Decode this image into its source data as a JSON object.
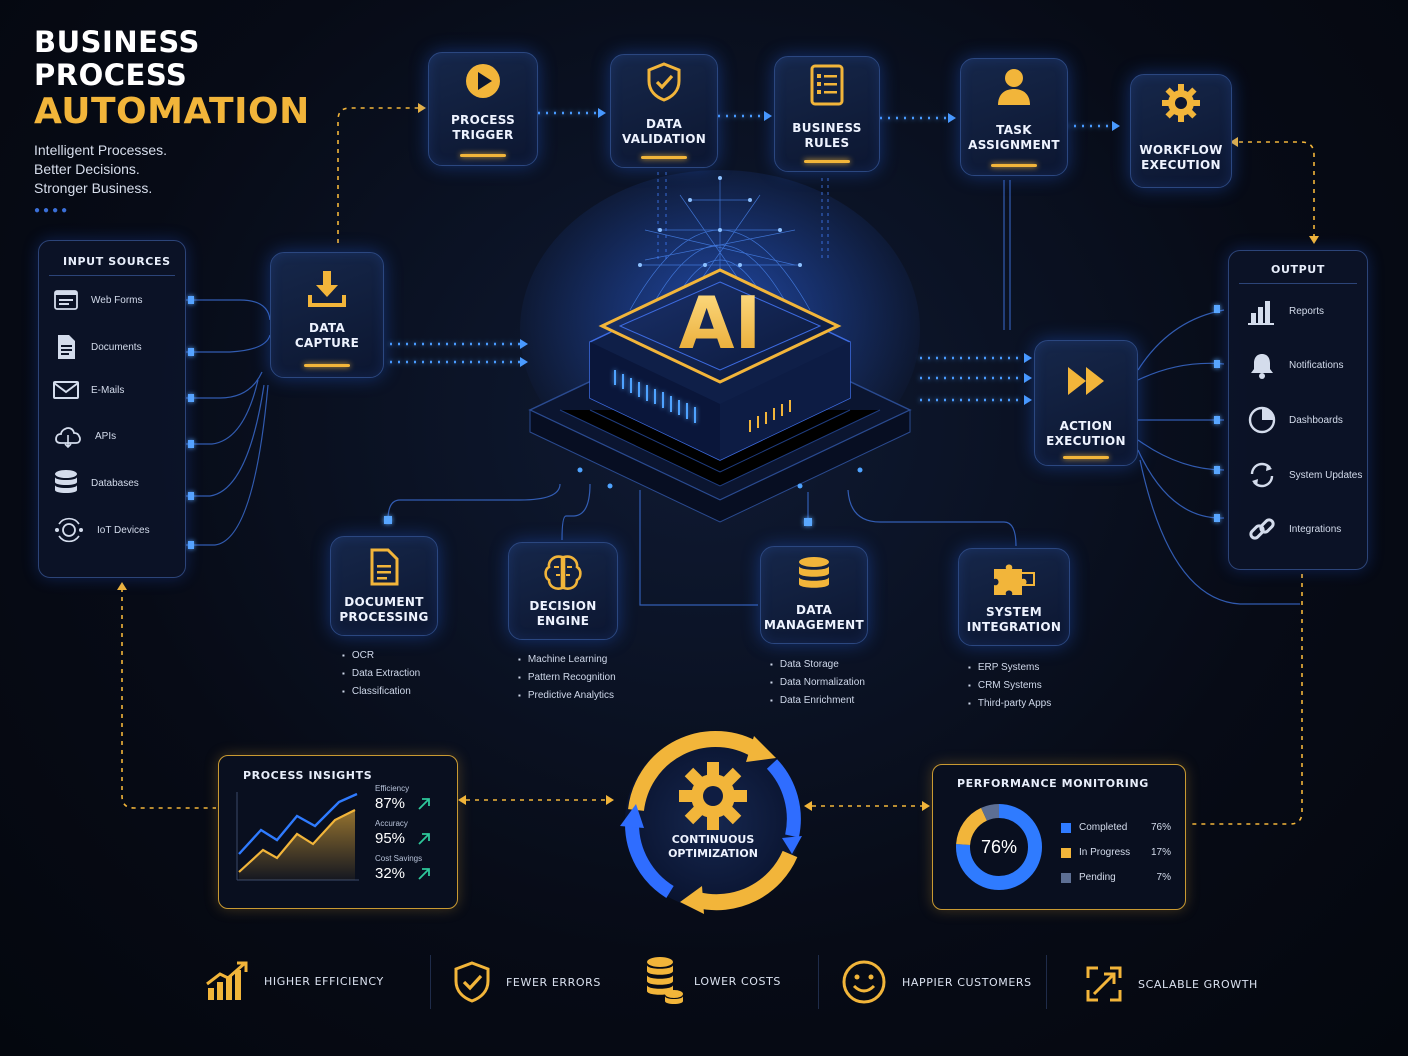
{
  "header": {
    "title_line1": "BUSINESS",
    "title_line2": "PROCESS",
    "title_line3": "AUTOMATION",
    "tagline": [
      "Intelligent Processes.",
      "Better Decisions.",
      "Stronger Business."
    ]
  },
  "colors": {
    "accent_gold": "#f2b53a",
    "accent_blue": "#2f7bff",
    "background": "#070b16"
  },
  "top_steps": [
    {
      "label1": "PROCESS",
      "label2": "TRIGGER",
      "icon": "play-icon"
    },
    {
      "label1": "DATA",
      "label2": "VALIDATION",
      "icon": "shield-check-icon"
    },
    {
      "label1": "BUSINESS",
      "label2": "RULES",
      "icon": "checklist-icon"
    },
    {
      "label1": "TASK",
      "label2": "ASSIGNMENT",
      "icon": "user-icon"
    },
    {
      "label1": "WORKFLOW",
      "label2": "EXECUTION",
      "icon": "gear-icon"
    }
  ],
  "input_sources": {
    "title": "INPUT SOURCES",
    "items": [
      "Web Forms",
      "Documents",
      "E-Mails",
      "APIs",
      "Databases",
      "IoT Devices"
    ]
  },
  "data_capture": {
    "label1": "DATA",
    "label2": "CAPTURE",
    "icon": "download-icon"
  },
  "ai_core": {
    "label": "AI"
  },
  "action_execution": {
    "label1": "ACTION",
    "label2": "EXECUTION",
    "icon": "fast-forward-icon"
  },
  "output": {
    "title": "OUTPUT",
    "items": [
      "Reports",
      "Notifications",
      "Dashboards",
      "System Updates",
      "Integrations"
    ]
  },
  "modules": [
    {
      "label1": "DOCUMENT",
      "label2": "PROCESSING",
      "icon": "document-icon",
      "items": [
        "OCR",
        "Data Extraction",
        "Classification"
      ]
    },
    {
      "label1": "DECISION",
      "label2": "ENGINE",
      "icon": "brain-icon",
      "items": [
        "Machine Learning",
        "Pattern Recognition",
        "Predictive Analytics"
      ]
    },
    {
      "label1": "DATA",
      "label2": "MANAGEMENT",
      "icon": "database-icon",
      "items": [
        "Data Storage",
        "Data Normalization",
        "Data Enrichment"
      ]
    },
    {
      "label1": "SYSTEM",
      "label2": "INTEGRATION",
      "icon": "puzzle-icon",
      "items": [
        "ERP Systems",
        "CRM Systems",
        "Third-party Apps"
      ]
    }
  ],
  "process_insights": {
    "title": "PROCESS INSIGHTS",
    "metrics": [
      {
        "label": "Efficiency",
        "value": "87%"
      },
      {
        "label": "Accuracy",
        "value": "95%"
      },
      {
        "label": "Cost Savings",
        "value": "32%"
      }
    ]
  },
  "continuous": {
    "line1": "CONTINUOUS",
    "line2": "OPTIMIZATION"
  },
  "performance": {
    "title": "PERFORMANCE MONITORING",
    "center": "76%",
    "rows": [
      {
        "label": "Completed",
        "value": "76%",
        "color": "#2f7bff",
        "fraction": 0.76
      },
      {
        "label": "In Progress",
        "value": "17%",
        "color": "#f2b53a",
        "fraction": 0.17
      },
      {
        "label": "Pending",
        "value": "7%",
        "color": "#5d6f94",
        "fraction": 0.07
      }
    ]
  },
  "benefits": [
    "HIGHER EFFICIENCY",
    "FEWER ERRORS",
    "LOWER COSTS",
    "HAPPIER CUSTOMERS",
    "SCALABLE GROWTH"
  ]
}
